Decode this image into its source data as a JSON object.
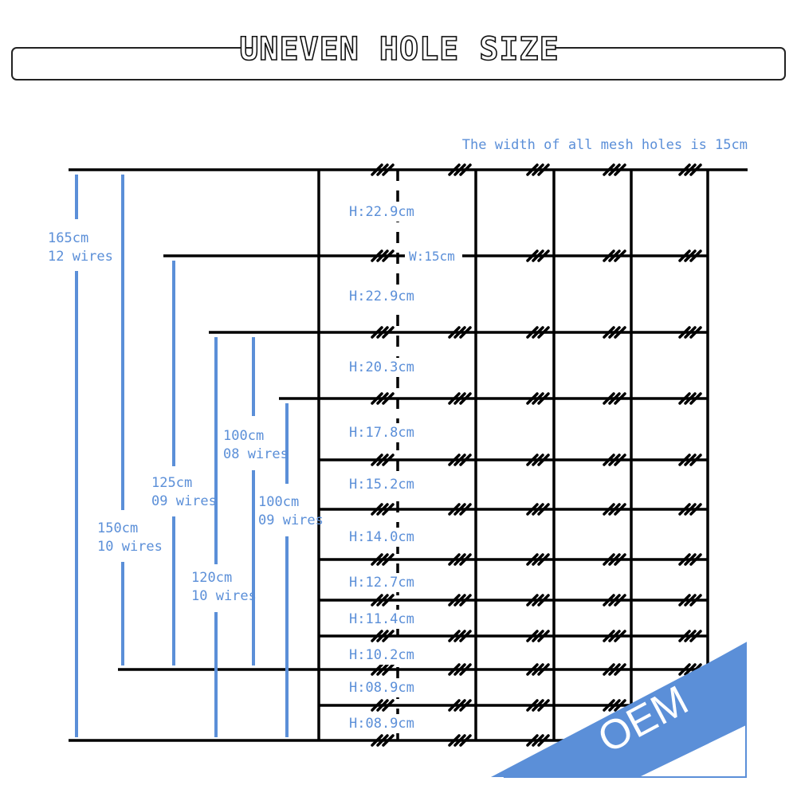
{
  "header": {
    "title": "UNEVEN HOLE SIZE"
  },
  "width_note": "The width of all mesh holes is 15cm",
  "width_marker": "W:15cm",
  "hole_heights": [
    "H:22.9cm",
    "H:22.9cm",
    "H:20.3cm",
    "H:17.8cm",
    "H:15.2cm",
    "H:14.0cm",
    "H:12.7cm",
    "H:11.4cm",
    "H:10.2cm",
    "H:08.9cm",
    "H:08.9cm"
  ],
  "size_options": [
    {
      "height": "165cm",
      "wires": "12 wires"
    },
    {
      "height": "150cm",
      "wires": "10 wires"
    },
    {
      "height": "125cm",
      "wires": "09 wires"
    },
    {
      "height": "120cm",
      "wires": "10 wires"
    },
    {
      "height": "100cm",
      "wires": "08 wires"
    },
    {
      "height": "100cm",
      "wires": "09 wires"
    }
  ],
  "badge": {
    "label": "OEM"
  },
  "colors": {
    "accent": "#5b8fd8",
    "wire": "#000000",
    "badge_bg": "#5b8fd8",
    "badge_text": "#ffffff"
  }
}
